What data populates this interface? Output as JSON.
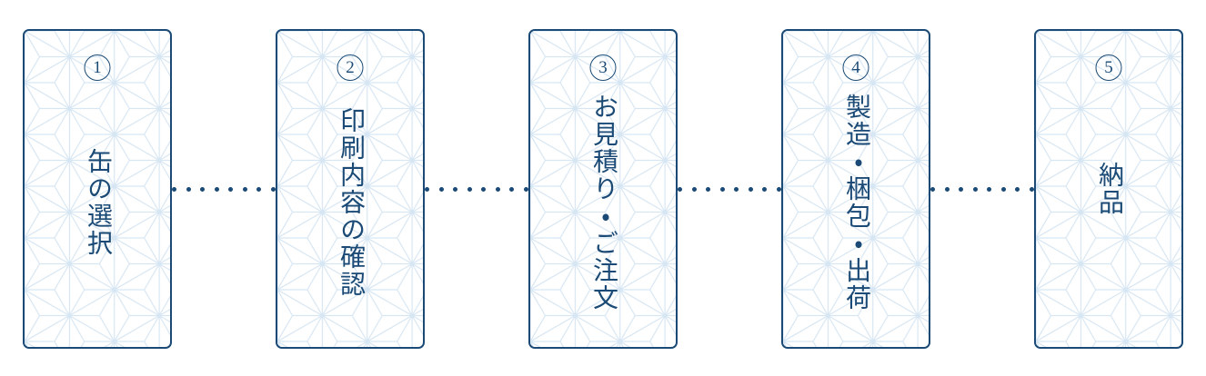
{
  "flow": {
    "title": "order-process-flow",
    "steps": [
      {
        "number": "1",
        "label": "缶の選択"
      },
      {
        "number": "2",
        "label": "印刷内容の確認"
      },
      {
        "number": "3",
        "label": "お見積り・ご注文"
      },
      {
        "number": "4",
        "label": "製造・梱包・出荷"
      },
      {
        "number": "5",
        "label": "納品"
      }
    ]
  },
  "colors": {
    "navy": "#1a4a75",
    "pattern_line": "#d7e6f3",
    "card_background": "#ffffff"
  }
}
